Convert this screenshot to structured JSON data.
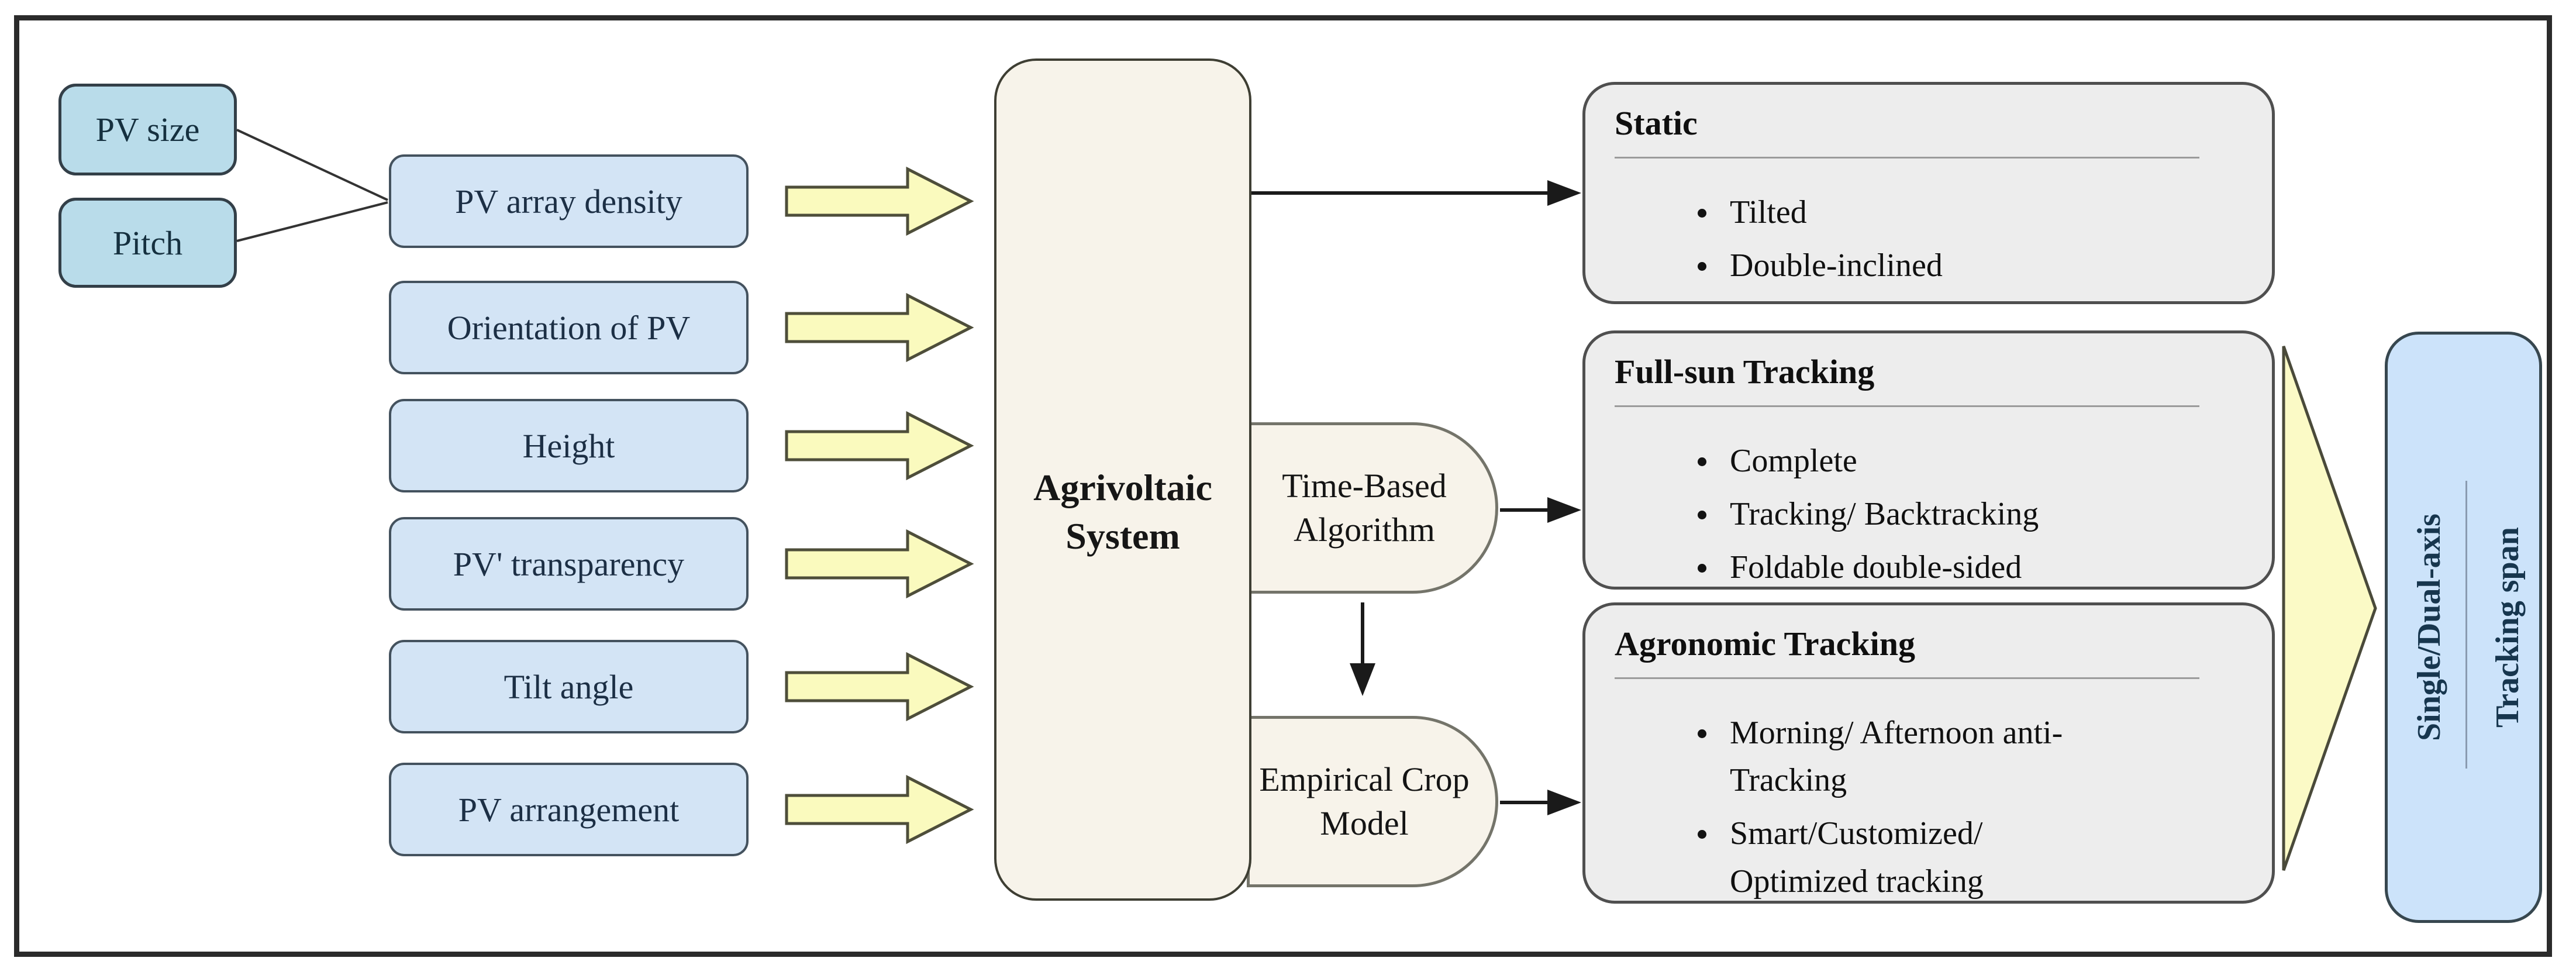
{
  "diagram": {
    "inputs": [
      {
        "label": "PV size"
      },
      {
        "label": "Pitch"
      }
    ],
    "parameters": [
      "PV array density",
      "Orientation of PV",
      "Height",
      "PV' transparency",
      "Tilt angle",
      "PV arrangement"
    ],
    "center": {
      "title": "Agrivoltaic System"
    },
    "algorithms": [
      {
        "label": "Time-Based Algorithm"
      },
      {
        "label": "Empirical Crop Model"
      }
    ],
    "categories": [
      {
        "title": "Static",
        "items": [
          "Tilted",
          "Double-inclined"
        ]
      },
      {
        "title": "Full-sun Tracking",
        "items": [
          "Complete",
          "Tracking/ Backtracking",
          "Foldable double-sided"
        ]
      },
      {
        "title": "Agronomic Tracking",
        "items": [
          "Morning/ Afternoon anti-Tracking",
          "Smart/Customized/ Optimized tracking"
        ]
      }
    ],
    "output": {
      "primary": "Single/Dual-axis",
      "secondary": "Tracking span"
    },
    "colors": {
      "input_box_fill": "#b9dcea",
      "parameter_box_fill": "#d3e4f5",
      "system_box_fill": "#f7f3ea",
      "category_box_fill": "#ededed",
      "arrow_fill": "#fafabe",
      "output_box_fill": "#cce3fa",
      "frame_border": "#2b2b2b"
    }
  }
}
